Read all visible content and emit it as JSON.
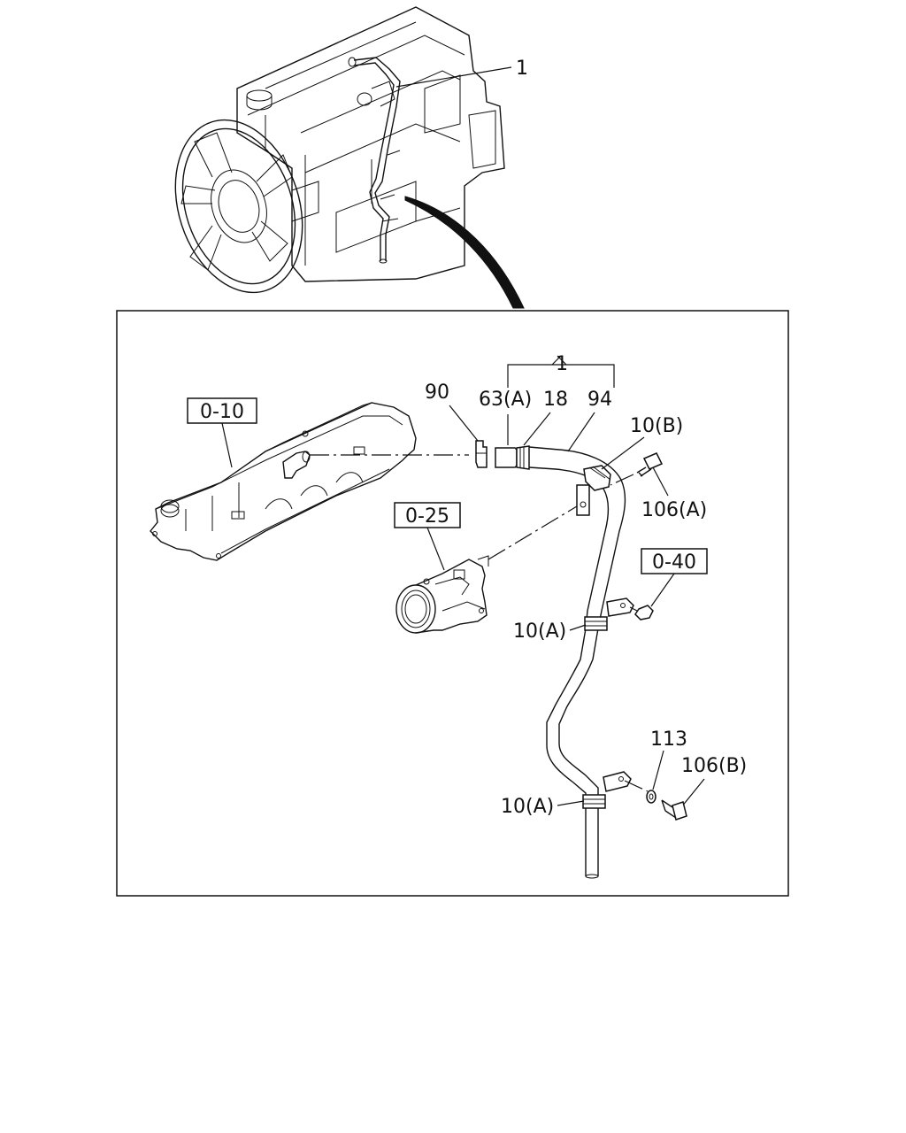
{
  "callouts": {
    "overview_item": "1",
    "assembly_item": "1",
    "p90": "90",
    "p63a": "63(A)",
    "p18": "18",
    "p94": "94",
    "p10b": "10(B)",
    "p106a": "106(A)",
    "p10a_upper": "10(A)",
    "p113": "113",
    "p106b": "106(B)",
    "p10a_lower": "10(A)"
  },
  "reference_boxes": {
    "valve_cover": "0-10",
    "thermostat_housing": "0-25",
    "block": "0-40"
  }
}
